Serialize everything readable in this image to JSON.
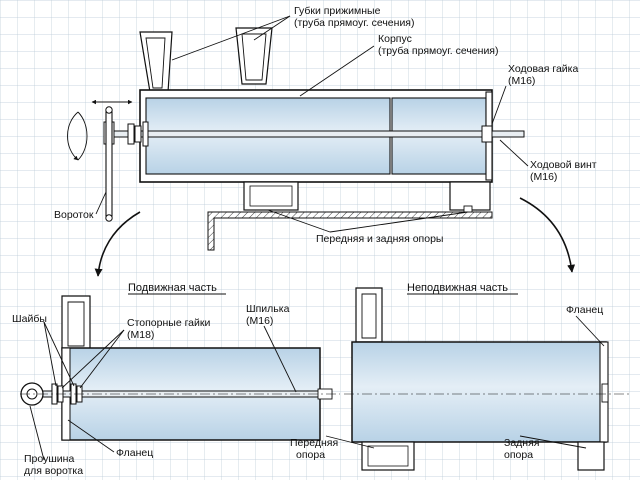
{
  "colors": {
    "grid": "#b9c9d6",
    "tube_fill": "#cfe1ee",
    "line": "#111111"
  },
  "labels": {
    "jaws": [
      "Губки прижимные",
      "(труба прямоуг. сечения)"
    ],
    "body": [
      "Корпус",
      "(труба прямоуг. сечения)"
    ],
    "lead_nut": [
      "Ходовая гайка",
      "(М16)"
    ],
    "lead_screw": [
      "Ходовой винт",
      "(М16)"
    ],
    "handle": "Вороток",
    "supports": "Передняя и задняя опоры",
    "washers": "Шайбы",
    "lock_nuts": [
      "Стопорные гайки",
      "(М18)"
    ],
    "stud": [
      "Шпилька",
      "(М16)"
    ],
    "eyelet": [
      "Проушина",
      "для воротка"
    ],
    "flange_left": "Фланец",
    "flange_right": "Фланец",
    "front_support": [
      "Передняя",
      "опора"
    ],
    "rear_support": [
      "Задняя",
      "опора"
    ]
  },
  "titles": {
    "movable": "Подвижная часть",
    "fixed": "Неподвижная часть"
  }
}
